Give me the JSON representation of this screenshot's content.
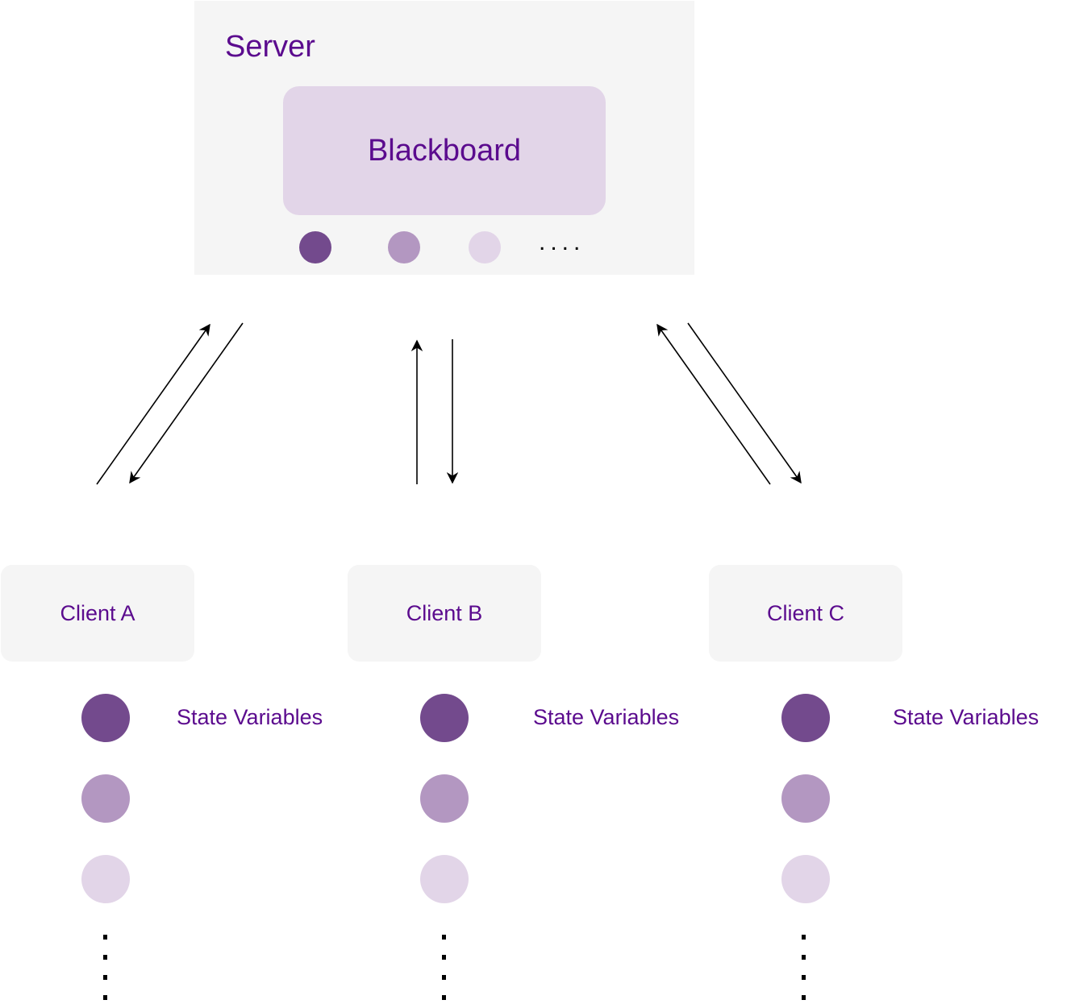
{
  "server": {
    "title": "Server",
    "blackboard_label": "Blackboard",
    "state_dots": [
      "#734a8d",
      "#b397c1",
      "#e2d5e8"
    ],
    "ellipsis": "...."
  },
  "clients": [
    {
      "label": "Client A",
      "state_label": "State Variables"
    },
    {
      "label": "Client B",
      "state_label": "State Variables"
    },
    {
      "label": "Client C",
      "state_label": "State Variables"
    }
  ],
  "colors": {
    "text_accent": "#5b0b8e",
    "box_bg": "#f5f5f5",
    "blackboard_bg": "#e2d5e8",
    "dot_dark": "#734a8d",
    "dot_mid": "#b397c1",
    "dot_light": "#e2d5e8"
  }
}
